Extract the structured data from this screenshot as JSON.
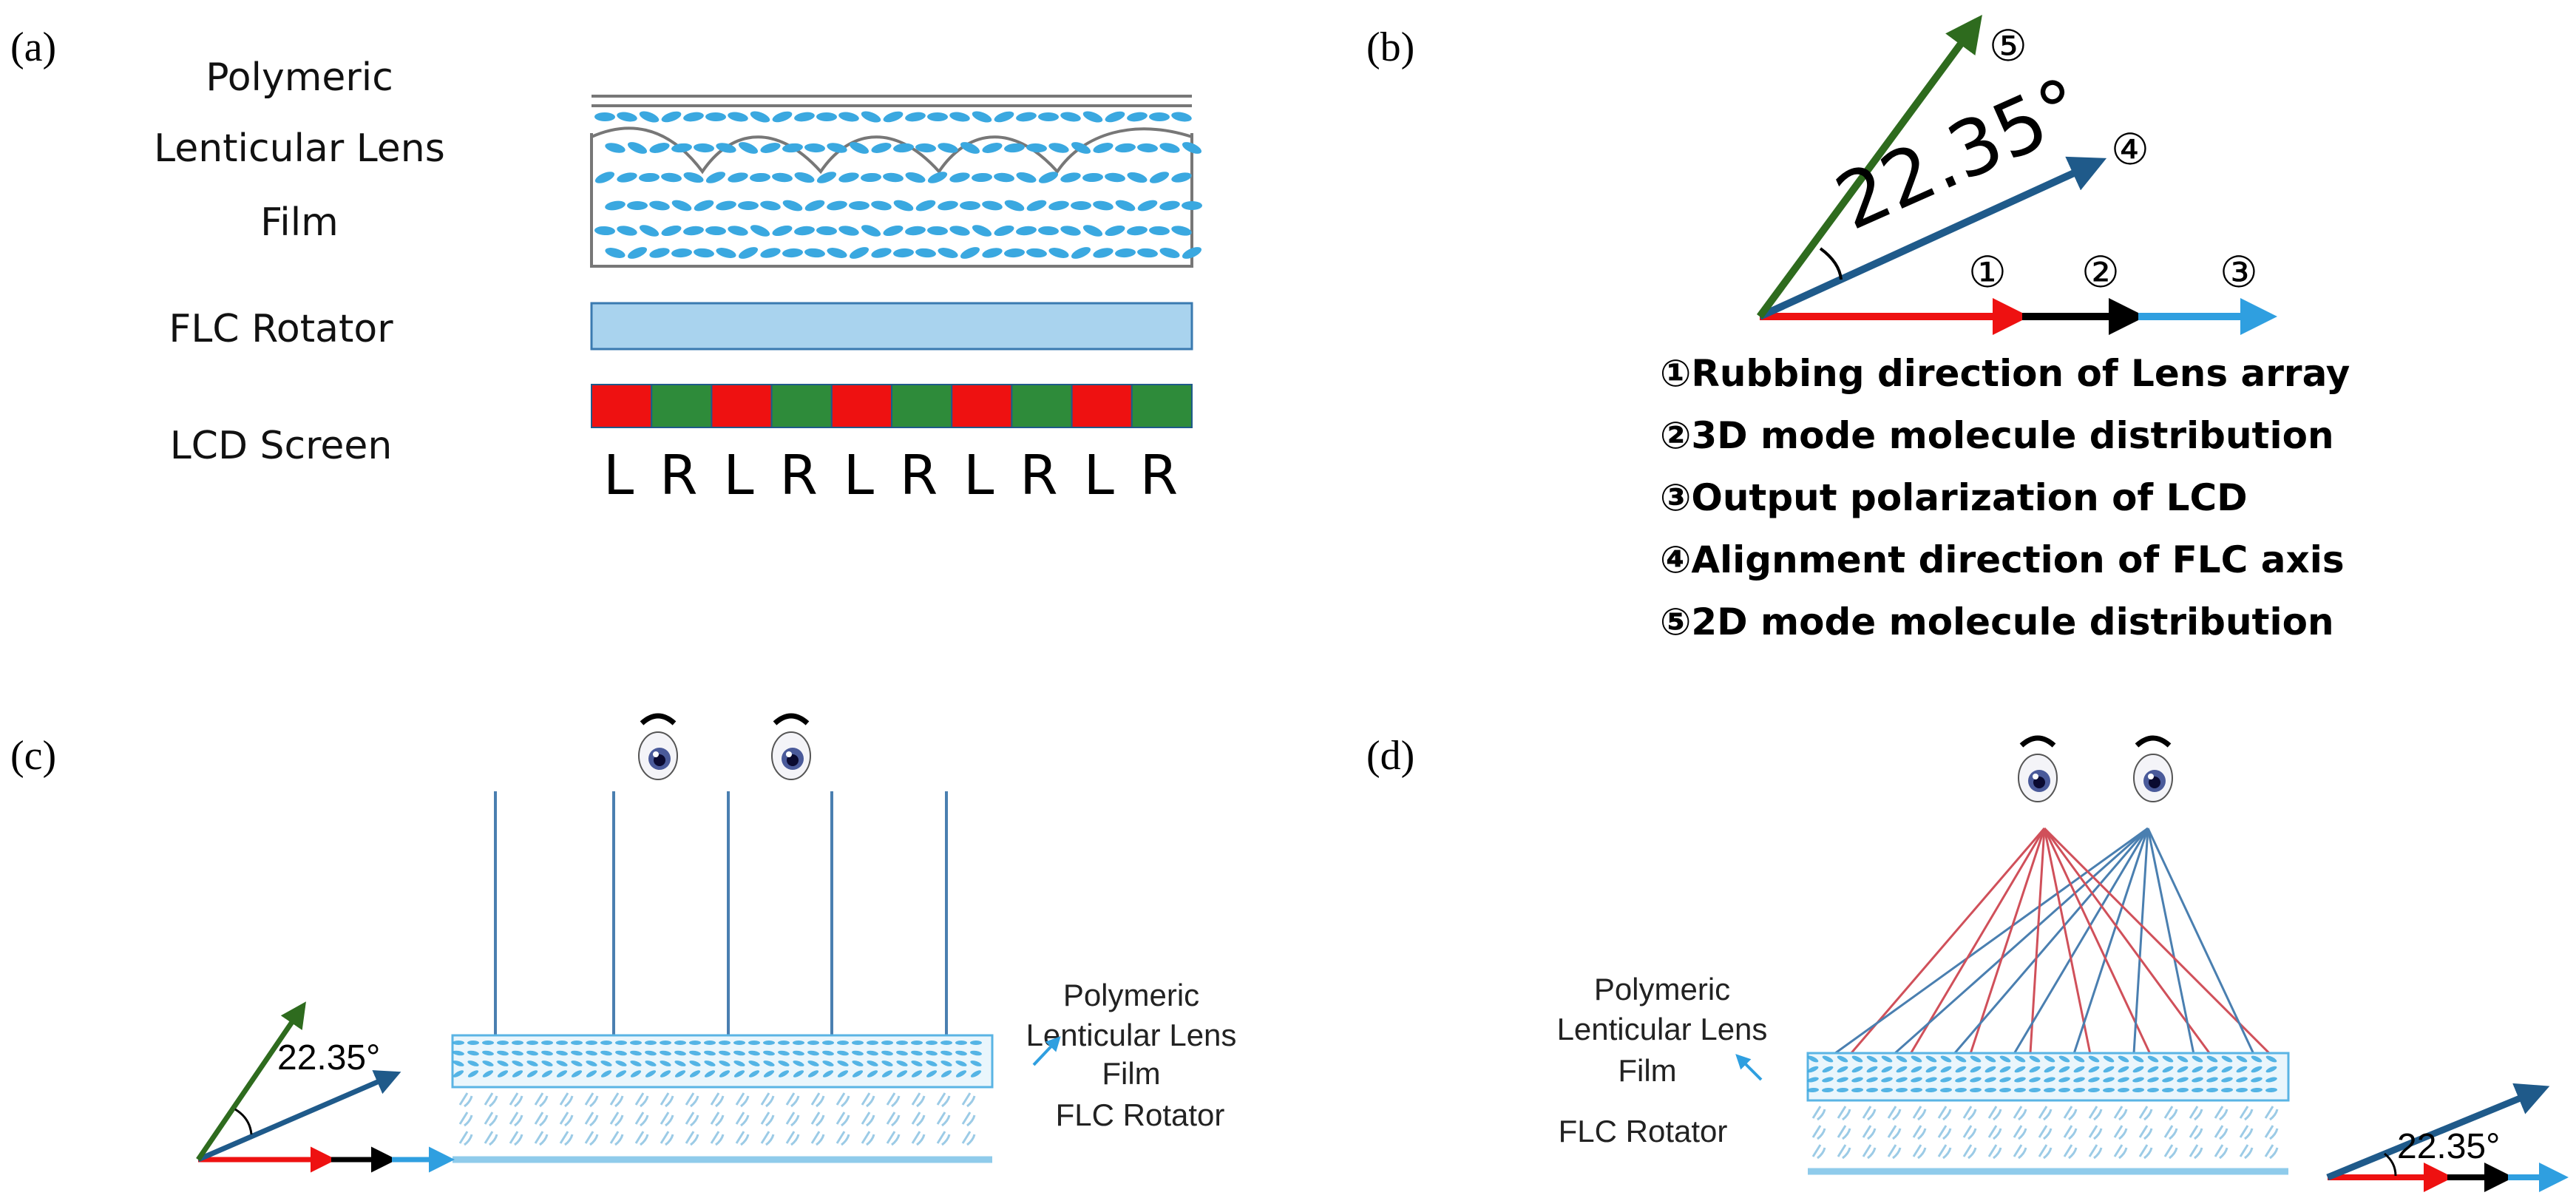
{
  "panels": {
    "a": {
      "label": "(a)",
      "lens_label_lines": [
        "Polymeric",
        "Lenticular Lens",
        "Film"
      ],
      "rotator_label": "FLC Rotator",
      "screen_label": "LCD Screen",
      "pixel_letters": [
        "L",
        "R",
        "L",
        "R",
        "L",
        "R",
        "L",
        "R",
        "L",
        "R"
      ]
    },
    "b": {
      "label": "(b)",
      "angle": "22.35°",
      "markers": [
        "①",
        "②",
        "③",
        "④",
        "⑤"
      ],
      "legend": [
        "①Rubbing direction of Lens array",
        "②3D mode molecule distribution",
        "③Output polarization of LCD",
        "④Alignment direction of FLC axis",
        "⑤2D mode molecule distribution"
      ]
    },
    "c": {
      "label": "(c)",
      "angle": "22.35°",
      "lens_label_lines": [
        "Polymeric",
        "Lenticular Lens",
        "Film"
      ],
      "rotator_label": "FLC Rotator"
    },
    "d": {
      "label": "(d)",
      "angle": "22.35°",
      "lens_label_lines": [
        "Polymeric",
        "Lenticular Lens",
        "Film"
      ],
      "rotator_label": "FLC Rotator"
    }
  },
  "colors": {
    "red": "#ee1111",
    "black": "#000000",
    "light_blue": "#2f9fe0",
    "dark_blue": "#1f5a8a",
    "green": "#2e6b1e",
    "lens_blue": "#3aa8e0",
    "rotator_fill": "#a9d3ee",
    "pixel_green": "#2e8b3a",
    "ray_blue": "#4a7fb0",
    "ray_red": "#d0505a"
  }
}
